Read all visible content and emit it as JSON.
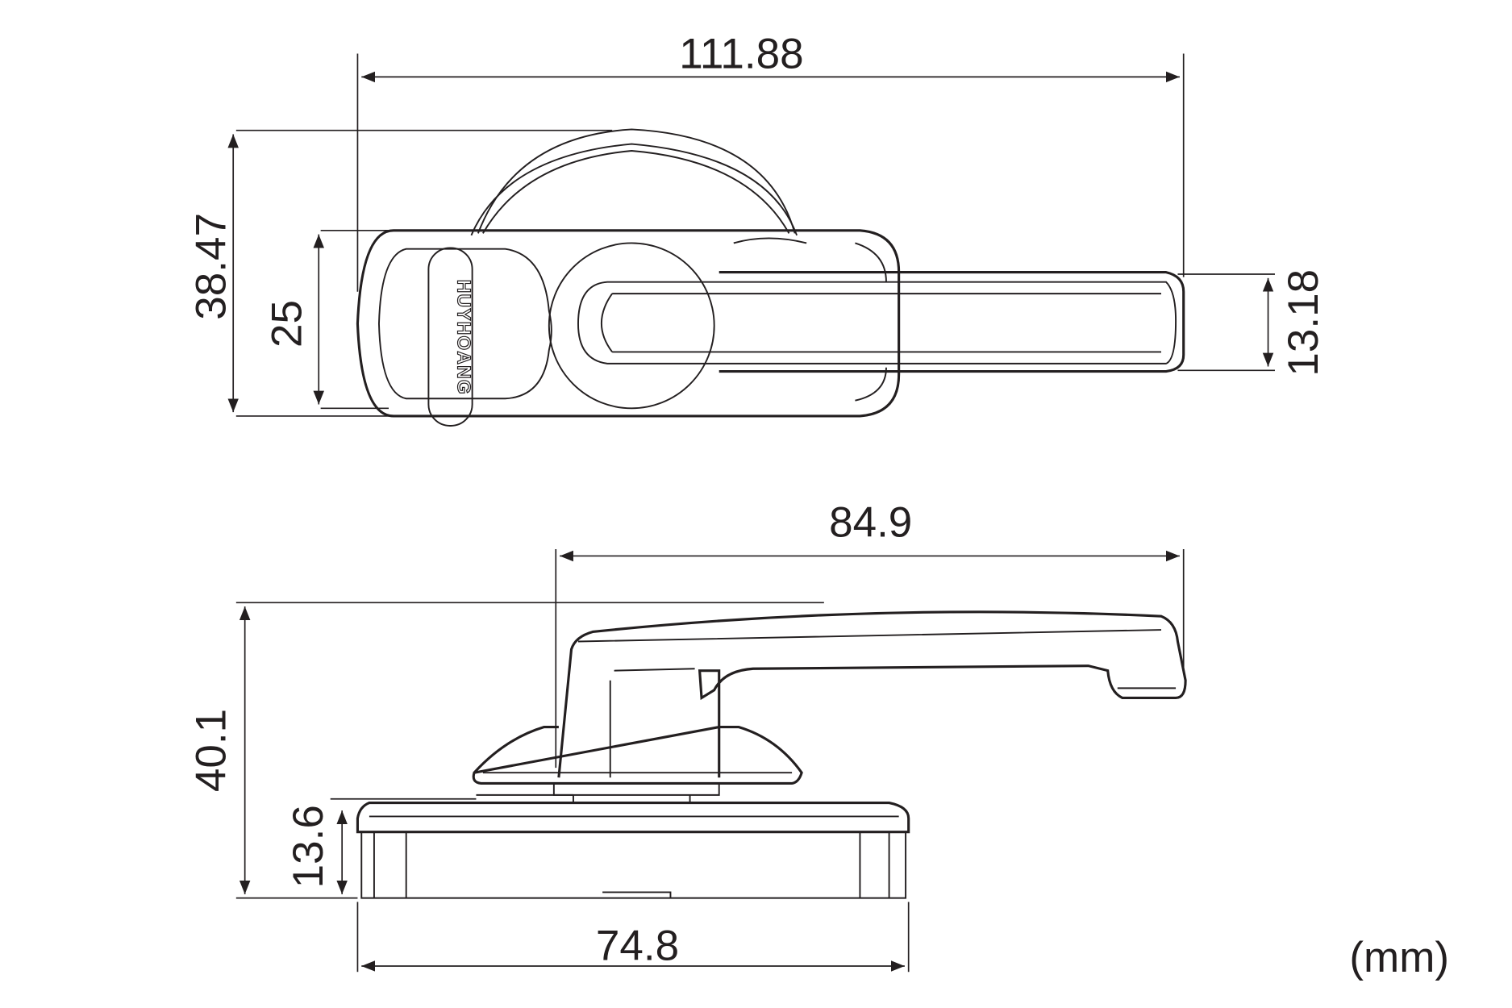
{
  "units": "(mm)",
  "brand_logo": "HUYHOANG",
  "top_view": {
    "overall_length": "111.88",
    "overall_height": "38.47",
    "base_height": "25",
    "handle_width": "13.18"
  },
  "side_view": {
    "handle_length": "84.9",
    "overall_height": "40.1",
    "base_height": "13.6",
    "base_length": "74.8"
  }
}
